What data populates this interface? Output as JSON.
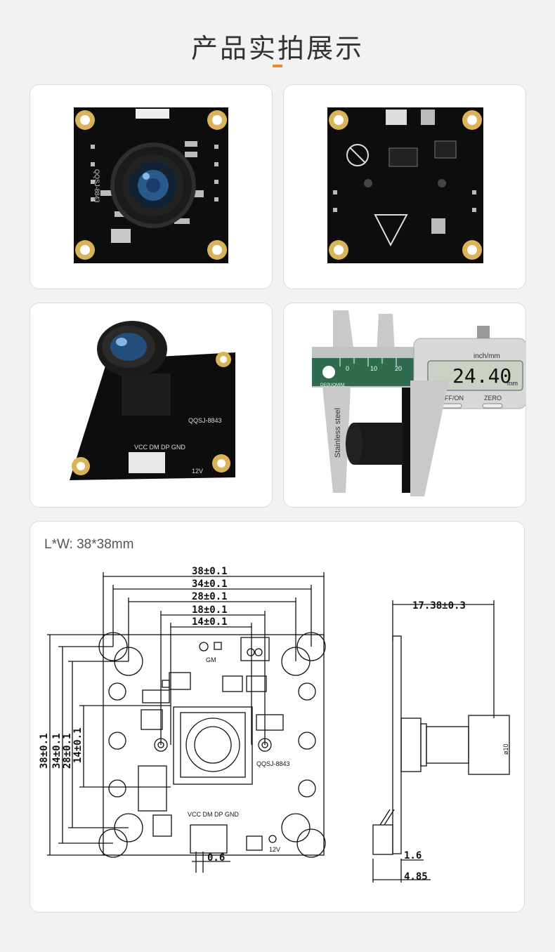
{
  "header": {
    "title": "产品实拍展示"
  },
  "photos": {
    "front": {
      "silkscreen": "QQSJ-8843"
    },
    "angled": {
      "connector_labels": "VCC DM DP GND",
      "model": "QQSJ-8843",
      "voltage": "12V"
    },
    "caliper": {
      "unit_label": "inch/mm",
      "reading": "24.40",
      "reading_unit": "mm",
      "btn_off_on": "OFF/ON",
      "btn_zero": "ZERO",
      "scale_0": "0",
      "scale_10": "10",
      "scale_20": "20",
      "brand": "DEGUOMINI",
      "stainless": "Stainless steel"
    }
  },
  "drawing": {
    "lw_label": "L*W: 38*38mm",
    "dims_horizontal": [
      "38±0.1",
      "34±0.1",
      "28±0.1",
      "18±0.1",
      "14±0.1"
    ],
    "dims_vertical": [
      "38±0.1",
      "34±0.1",
      "28±0.1",
      "14±0.1"
    ],
    "gm": "GM",
    "model": "QQSJ-8843",
    "connector": "VCC DM DP GND",
    "pin_spacing": "0.6",
    "voltage": "12V",
    "side_width": "17.38±0.3",
    "lens_dia": "ø10",
    "thickness": "1.6",
    "depth": "4.85"
  }
}
